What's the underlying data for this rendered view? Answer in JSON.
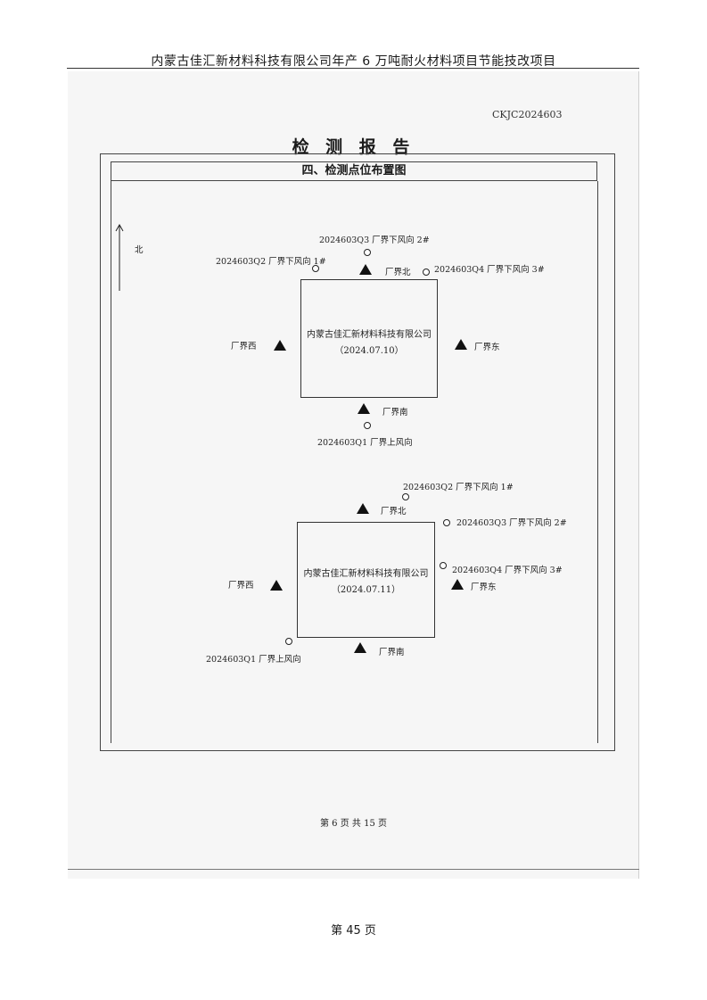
{
  "header": {
    "title": "内蒙古佳汇新材料科技有限公司年产 6 万吨耐火材料项目节能技改项目"
  },
  "report": {
    "code": "CKJC2024603",
    "title": "检 测 报 告",
    "section": "四、检测点位布置图",
    "north_label": "北"
  },
  "diagram1": {
    "company": "内蒙古佳汇新材料科技有限公司",
    "date": "（2024.07.10）",
    "labels": {
      "q3": "2024603Q3 厂界下风向 2#",
      "q2": "2024603Q2 厂界下风向 1#",
      "q4": "2024603Q4 厂界下风向 3#",
      "north": "厂界北",
      "west": "厂界西",
      "east": "厂界东",
      "south": "厂界南",
      "q1": "2024603Q1 厂界上风向"
    }
  },
  "diagram2": {
    "company": "内蒙古佳汇新材料科技有限公司",
    "date": "（2024.07.11）",
    "labels": {
      "q2": "2024603Q2 厂界下风向 1#",
      "north": "厂界北",
      "q3": "2024603Q3 厂界下风向 2#",
      "q4": "2024603Q4 厂界下风向 3#",
      "west": "厂界西",
      "east": "厂界东",
      "south": "厂界南",
      "q1": "2024603Q1 厂界上风向"
    }
  },
  "inner_page": "第 6 页 共 15 页",
  "footer": {
    "page": "第 45 页"
  },
  "legend_icons": {
    "monitoring_point": "filled-triangle-icon",
    "sampling_point": "hollow-circle-icon"
  },
  "colors": {
    "marker": "#111111",
    "scan_background": "#f6f6f6"
  }
}
